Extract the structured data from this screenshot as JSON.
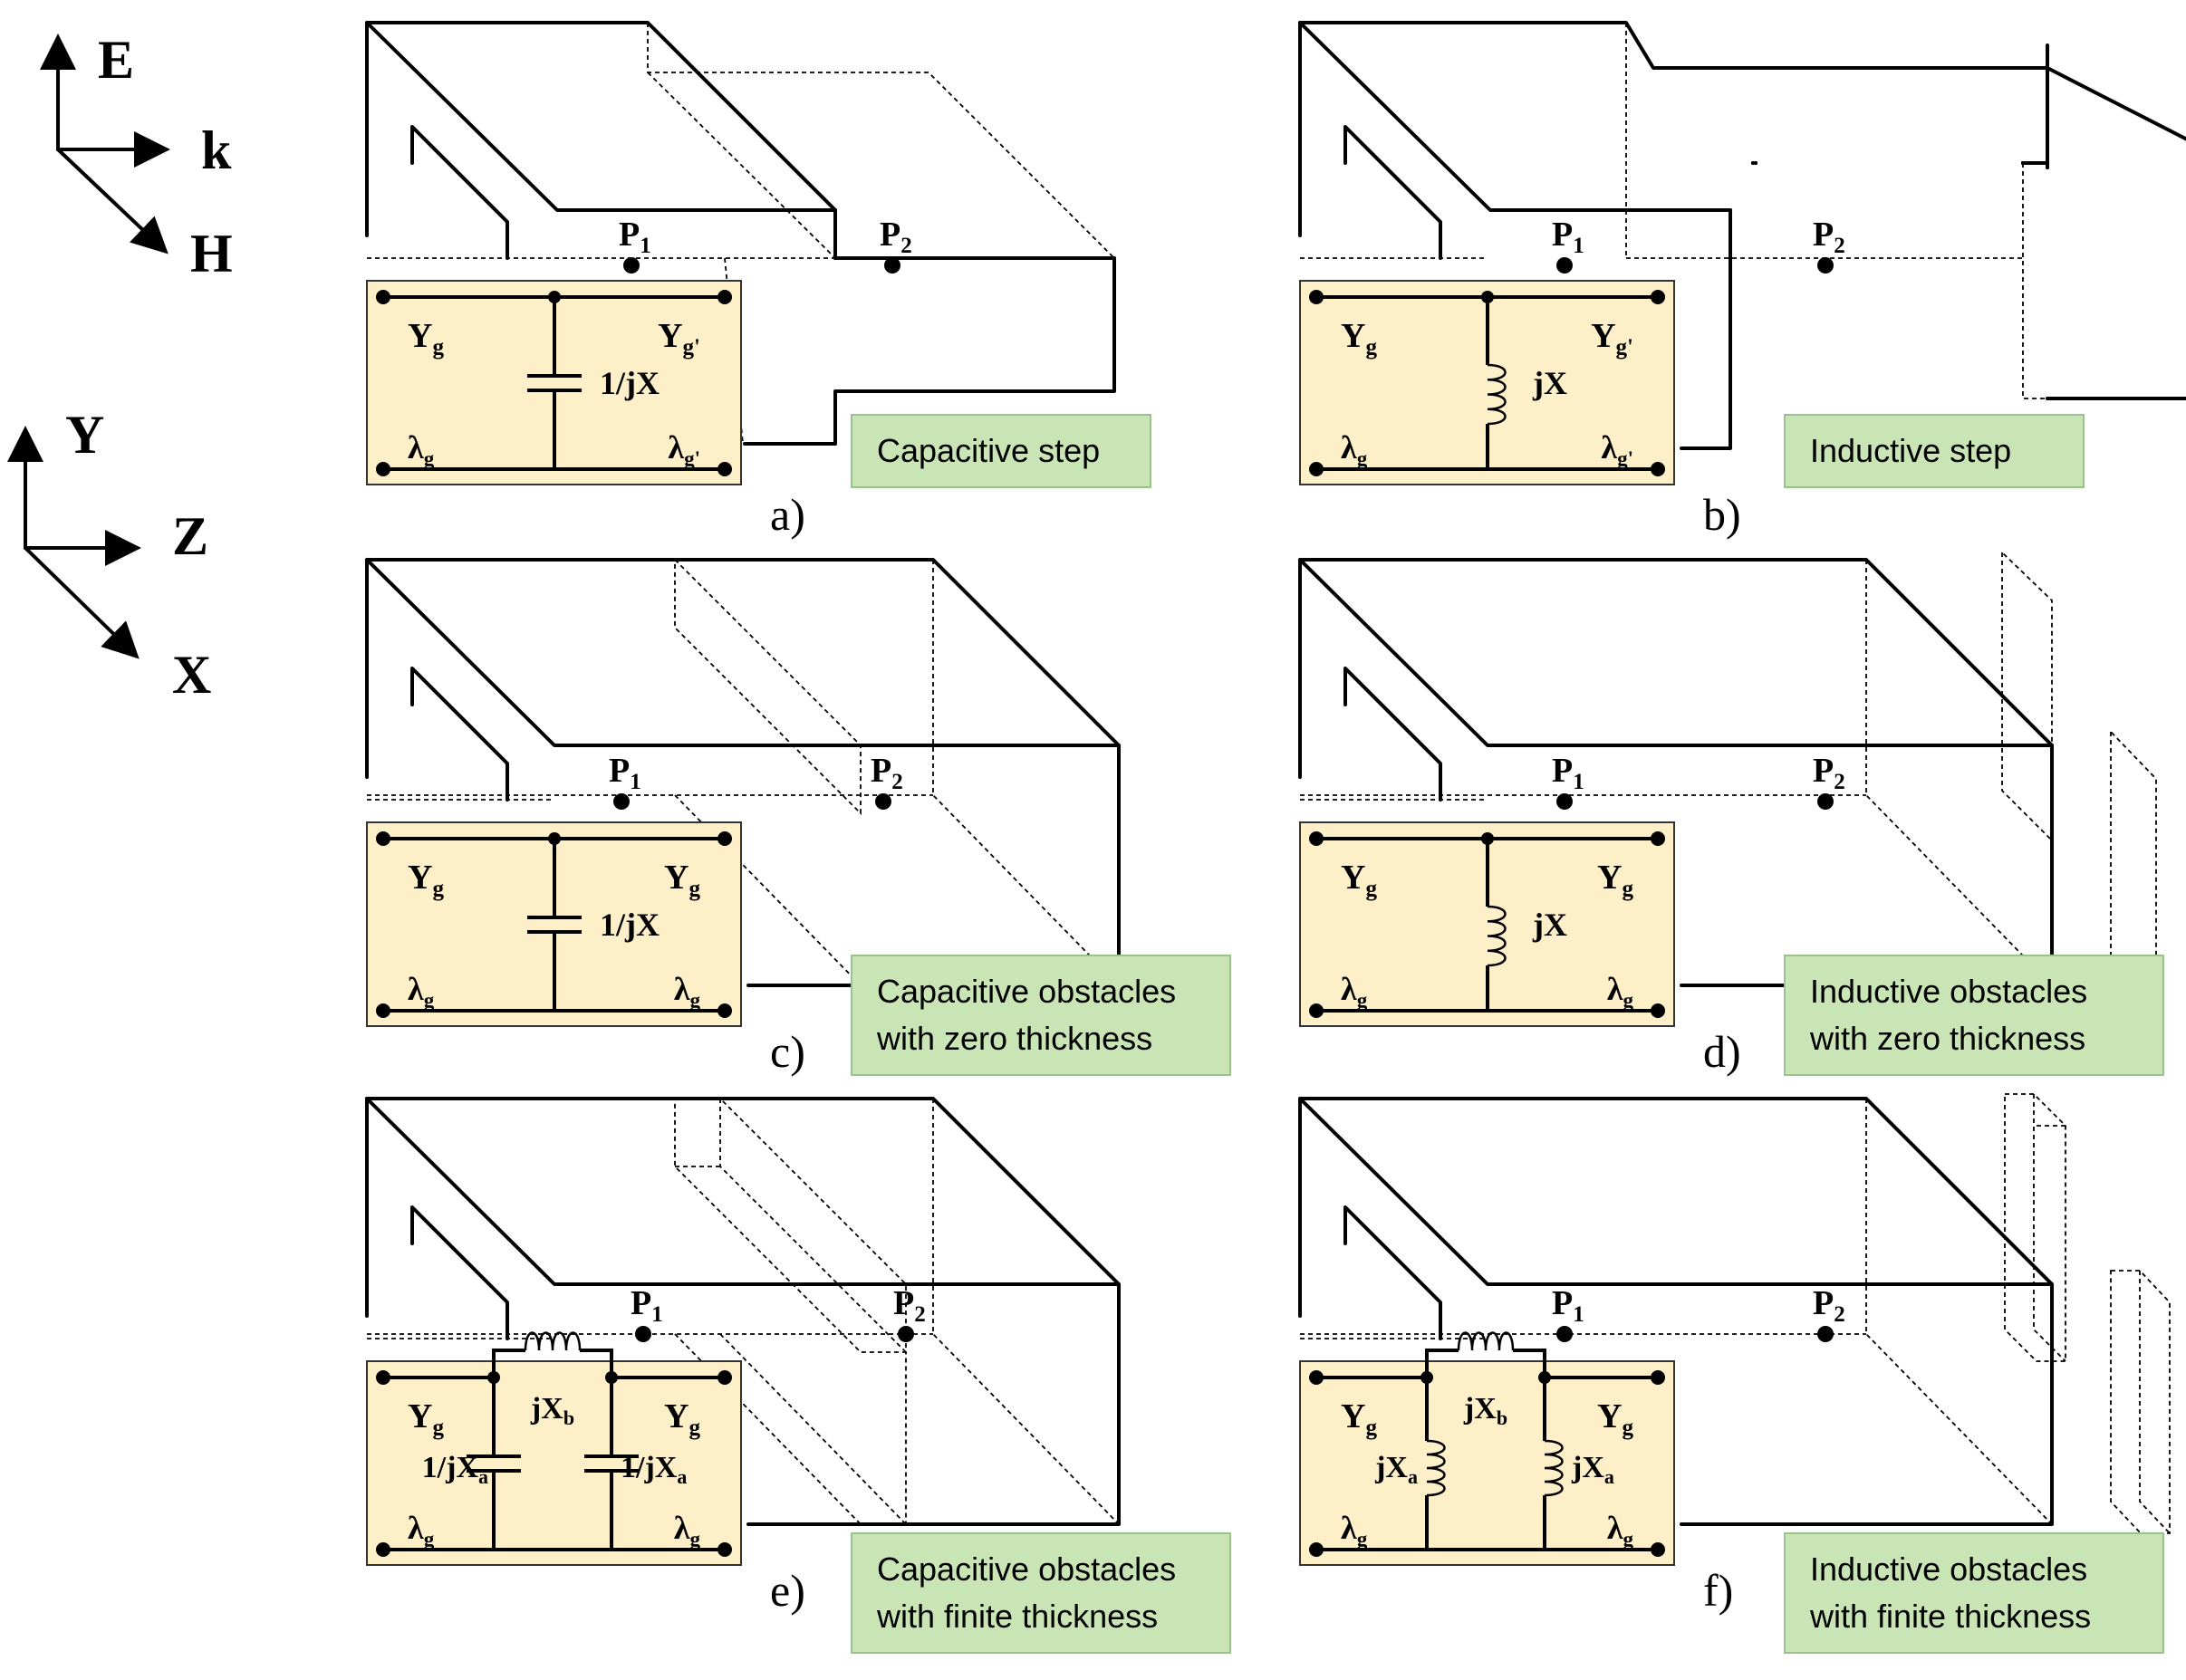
{
  "axes_top": {
    "up": "E",
    "right": "k",
    "diag": "H"
  },
  "axes_bottom": {
    "up": "Y",
    "right": "Z",
    "diag": "X"
  },
  "panels": [
    {
      "letter": "a)",
      "type": "step",
      "element": "cap",
      "p1": "P",
      "p1_sub": "1",
      "p2": "P",
      "p2_sub": "2",
      "yl": "Y",
      "yl_sub": "g",
      "yr": "Y",
      "yr_sub": "g'",
      "ll": "λ",
      "ll_sub": "g",
      "lr": "λ",
      "lr_sub": "g'",
      "x_label": "1/jX",
      "note": [
        "Capacitive step"
      ]
    },
    {
      "letter": "b)",
      "type": "step",
      "element": "ind",
      "p1": "P",
      "p1_sub": "1",
      "p2": "P",
      "p2_sub": "2",
      "yl": "Y",
      "yl_sub": "g",
      "yr": "Y",
      "yr_sub": "g'",
      "ll": "λ",
      "ll_sub": "g",
      "lr": "λ",
      "lr_sub": "g'",
      "x_label": "jX",
      "note": [
        "Inductive step"
      ]
    },
    {
      "letter": "c)",
      "type": "zero",
      "element": "cap",
      "p1": "P",
      "p1_sub": "1",
      "p2": "P",
      "p2_sub": "2",
      "yl": "Y",
      "yl_sub": "g",
      "yr": "Y",
      "yr_sub": "g",
      "ll": "λ",
      "ll_sub": "g",
      "lr": "λ",
      "lr_sub": "g",
      "x_label": "1/jX",
      "note": [
        "Capacitive obstacles",
        "with zero thickness"
      ]
    },
    {
      "letter": "d)",
      "type": "zero",
      "element": "ind",
      "p1": "P",
      "p1_sub": "1",
      "p2": "P",
      "p2_sub": "2",
      "yl": "Y",
      "yl_sub": "g",
      "yr": "Y",
      "yr_sub": "g",
      "ll": "λ",
      "ll_sub": "g",
      "lr": "λ",
      "lr_sub": "g",
      "x_label": "jX",
      "note": [
        "Inductive obstacles",
        "with zero thickness"
      ]
    },
    {
      "letter": "e)",
      "type": "finite",
      "element": "cap",
      "p1": "P",
      "p1_sub": "1",
      "p2": "P",
      "p2_sub": "2",
      "yl": "Y",
      "yl_sub": "g",
      "yr": "Y",
      "yr_sub": "g",
      "ll": "λ",
      "ll_sub": "g",
      "lr": "λ",
      "lr_sub": "g",
      "xa": "1/jX",
      "xa_sub": "a",
      "xb": "jX",
      "xb_sub": "b",
      "note": [
        "Capacitive obstacles",
        "with finite thickness"
      ]
    },
    {
      "letter": "f)",
      "type": "finite",
      "element": "ind",
      "p1": "P",
      "p1_sub": "1",
      "p2": "P",
      "p2_sub": "2",
      "yl": "Y",
      "yl_sub": "g",
      "yr": "Y",
      "yr_sub": "g",
      "ll": "λ",
      "ll_sub": "g",
      "lr": "λ",
      "lr_sub": "g",
      "xa": "jX",
      "xa_sub": "a",
      "xb": "jX",
      "xb_sub": "b",
      "note": [
        "Inductive obstacles",
        "with finite thickness"
      ]
    }
  ]
}
